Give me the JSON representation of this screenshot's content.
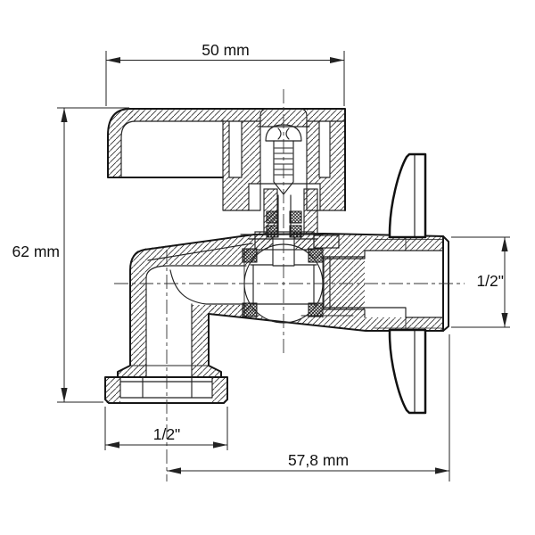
{
  "dimensions": {
    "top_width": "50 mm",
    "left_height": "62 mm",
    "right_outlet": "1/2\"",
    "bottom_outlet": "1/2\"",
    "bottom_width": "57,8 mm"
  }
}
